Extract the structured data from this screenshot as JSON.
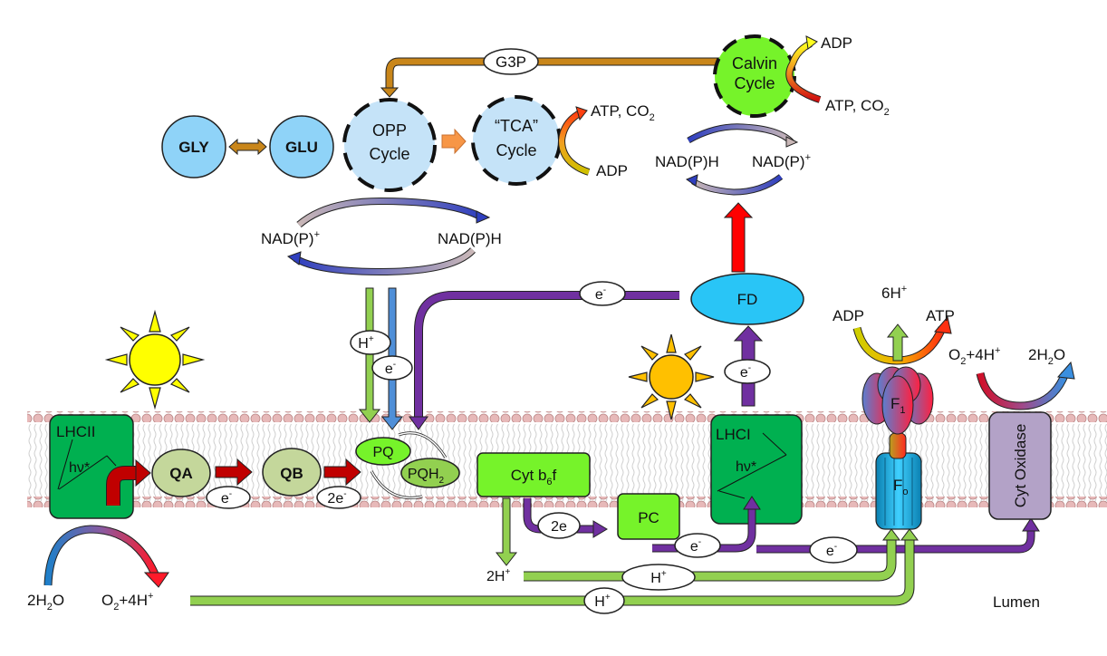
{
  "diagram": {
    "title": "Cyanobacterial photosynthetic electron transport and carbon metabolism",
    "colors": {
      "membrane_head": "#e7b9b9",
      "membrane_tail": "#c8c8c8",
      "lhc_green": "#00b050",
      "light_green": "#76f32a",
      "pale_green": "#c4d79b",
      "pq_green": "#92d050",
      "purple": "#7030a0",
      "proton_green": "#92d050",
      "electron_blue": "#4f8fd8",
      "dark_red": "#c00000",
      "red": "#ff0000",
      "brown": "#c9861a",
      "orange": "#f79646",
      "fd_blue": "#29c5f6",
      "pale_blue": "#c5e3f8",
      "mid_blue": "#8fd3f8",
      "oxidase_purple": "#b3a2c7",
      "sun_yellow": "#ffff00",
      "sun_orange": "#ffc000"
    },
    "metabolism": {
      "gly": "GLY",
      "glu": "GLU",
      "opp_line1": "OPP",
      "opp_line2": "Cycle",
      "tca_line1": "“TCA”",
      "tca_line2": "Cycle",
      "tca_products": "ATP, CO",
      "tca_products_sub": "2",
      "tca_input": "ADP",
      "g3p": "G3P",
      "calvin_line1": "Calvin",
      "calvin_line2": "Cycle",
      "calvin_output": "ADP",
      "calvin_input": "ATP, CO",
      "calvin_input_sub": "2"
    },
    "nadp_cycles": {
      "left_oxidized": "NAD(P)",
      "left_oxidized_sup": "+",
      "left_reduced": "NAD(P)H",
      "right_reduced": "NAD(P)H",
      "right_oxidized": "NAD(P)",
      "right_oxidized_sup": "+"
    },
    "transport_labels": {
      "h_plus": "H",
      "h_plus_sup": "+",
      "e_minus": "e",
      "e_minus_sup": "-",
      "two_e_minus": "2e",
      "two_e": "2e"
    },
    "membrane": {
      "lhcii": "LHCII",
      "hv": "hν*",
      "qa": "QA",
      "qb": "QB",
      "pq": "PQ",
      "pqh2": "PQH",
      "pqh2_sub": "2",
      "cytb6f": "Cyt b",
      "cytb6f_sub": "6",
      "cytb6f_tail": "f",
      "pc": "PC",
      "lhci": "LHCI",
      "fd": "FD",
      "f1": "F",
      "f1_sub": "1",
      "fo": "F",
      "fo_sub": "o",
      "cyt_oxidase": "Cyt Oxidase"
    },
    "atp_synthase": {
      "input": "ADP",
      "protons": "6H",
      "protons_sup": "+",
      "output": "ATP"
    },
    "oxidase_reaction": {
      "input": "O",
      "input_sub": "2",
      "input_tail": "+4H",
      "input_sup": "+",
      "output": "2H",
      "output_sub": "2",
      "output_tail": "O"
    },
    "water_splitting": {
      "input": "2H",
      "input_sub": "2",
      "input_tail": "O",
      "output": "O",
      "output_sub": "2",
      "output_tail": "+4H",
      "output_sup": "+"
    },
    "lumen_protons": {
      "label": "2H",
      "sup": "+"
    },
    "region_label": "Lumen"
  }
}
